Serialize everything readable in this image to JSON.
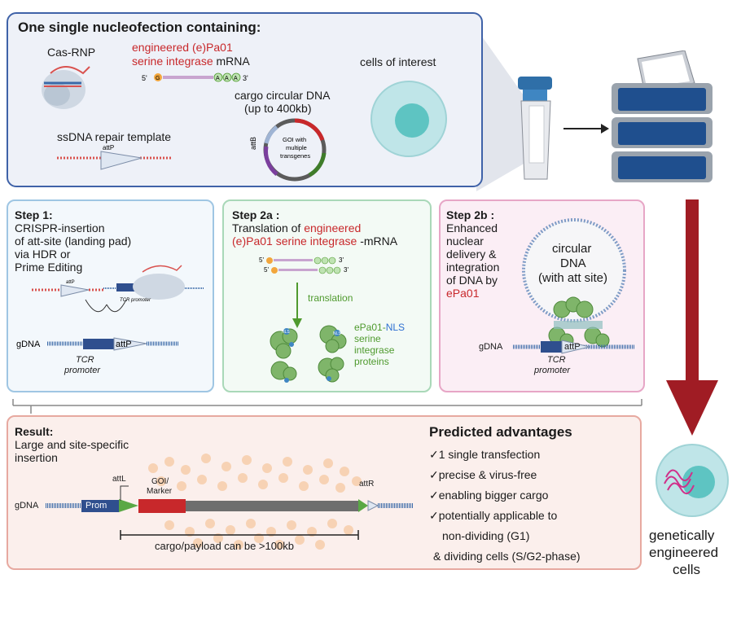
{
  "top_panel": {
    "title": "One single nucleofection containing:",
    "cas_rnp": "Cas-RNP",
    "integrase_line1": "engineered (e)Pa01",
    "integrase_line2_red": "serine integrase",
    "integrase_line2_black": " mRNA",
    "mrna_5": "5'",
    "mrna_3": "3'",
    "mrna_g": "G",
    "mrna_a": "A",
    "cells_of_interest": "cells of interest",
    "cargo_line1": "cargo circular DNA",
    "cargo_line2": "(up to 400kb)",
    "ssdna": "ssDNA repair template",
    "attp": "attP",
    "attb": "attB",
    "goi_line1": "GOI with",
    "goi_line2": "multiple",
    "goi_line3": "transgenes"
  },
  "step1": {
    "heading": "Step 1:",
    "line1": "CRISPR-insertion",
    "line2": "of att-site (landing pad)",
    "line3": "via HDR or",
    "line4": "Prime Editing",
    "attp_small": "attP",
    "tcr_small": "TCR promoter",
    "gdna": "gDNA",
    "attp": "attP",
    "tcr1": "TCR",
    "tcr2": "promoter"
  },
  "step2a": {
    "heading": "Step 2a :",
    "line1_black": "Translation of ",
    "line1_red": "engineered",
    "line2_red": "(e)Pa01 serine integrase",
    "line2_black": " -mRNA",
    "translation": "translation",
    "protein_line1_green": "ePa01-",
    "protein_line1_blue": "NLS",
    "protein_line2": "serine",
    "protein_line3": "integrase",
    "protein_line4": "proteins",
    "nls": "NLS"
  },
  "step2b": {
    "heading": "Step 2b :",
    "line1": "Enhanced",
    "line2": "nuclear",
    "line3": "delivery &",
    "line4": "integration",
    "line5": "of DNA by",
    "line6_red": "ePa01",
    "circ1": "circular",
    "circ2": "DNA",
    "circ3": "(with att site)",
    "gdna": "gDNA",
    "attp": "attP",
    "tcr1": "TCR",
    "tcr2": "promoter"
  },
  "result": {
    "heading": "Result:",
    "line1": "Large and site-specific",
    "line2": "insertion",
    "gdna": "gDNA",
    "prom": "Prom",
    "attl": "attL",
    "attr": "attR",
    "goi1": "GOI/",
    "goi2": "Marker",
    "cargo": "cargo/payload can be >100kb"
  },
  "advantages": {
    "title": "Predicted advantages",
    "items": [
      "1 single transfection",
      "precise & virus-free",
      "enabling bigger cargo",
      "potentially applicable to"
    ],
    "cont1": "non-dividing (G1)",
    "cont2": "& dividing cells (S/G2-phase)",
    "check": "✓"
  },
  "output": {
    "line1": "genetically",
    "line2": "engineered",
    "line3": "cells"
  },
  "colors": {
    "top_border": "#3f62a8",
    "top_fill": "#eef1f8",
    "step1_border": "#9fc6e3",
    "step1_fill": "#f3f8fc",
    "step2a_border": "#a9d8b8",
    "step2a_fill": "#f3faf5",
    "step2b_border": "#e7a6c6",
    "step2b_fill": "#fbeef5",
    "result_border": "#e7a9a0",
    "result_fill": "#fbefec",
    "red_text": "#c8282b",
    "green_text": "#4f9a2e",
    "blue_text": "#2d6fd1",
    "big_arrow": "#a01c24",
    "cell": "#bfe5e8",
    "nucleus": "#5ec4c2"
  }
}
